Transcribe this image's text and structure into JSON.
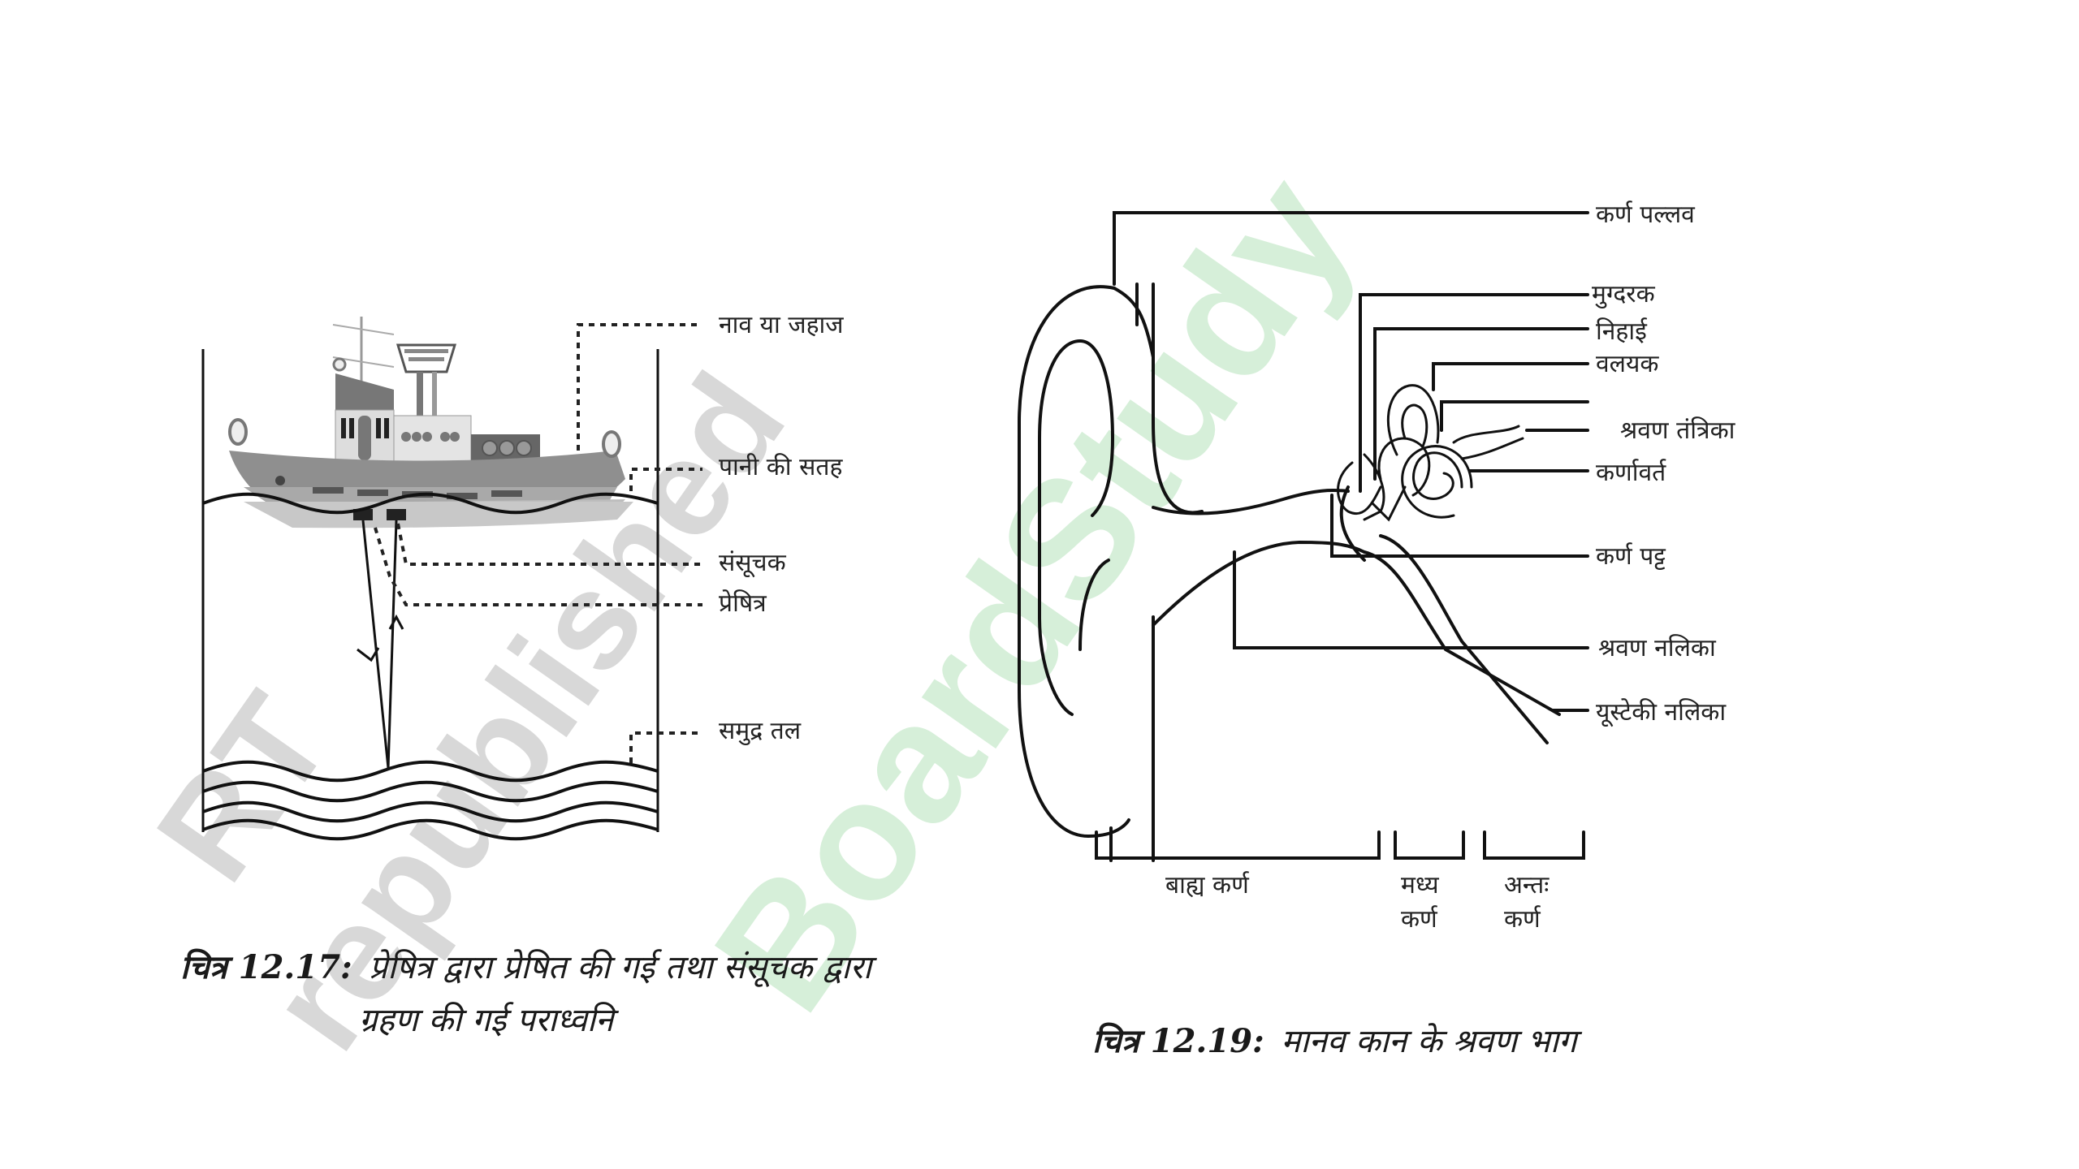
{
  "watermarks": {
    "left": [
      "RT",
      "republished"
    ],
    "center": "BoardStudy",
    "colors": {
      "grey": "#d8d8d8",
      "green": "#d6efd9"
    }
  },
  "figure_left": {
    "labels": {
      "ship": "नाव या जहाज",
      "water_surface": "पानी की सतह",
      "detector": "संसूचक",
      "transmitter": "प्रेषित्र",
      "sea_bed": "समुद्र तल"
    },
    "caption": {
      "number": "चित्र 12.17:",
      "line1": "प्रेषित्र द्वारा प्रेषित की गई तथा संसूचक द्वारा",
      "line2": "ग्रहण की गई पराध्वनि"
    }
  },
  "figure_right": {
    "labels": {
      "pinna": "कर्ण पल्लव",
      "hammer": "मुग्दरक",
      "anvil": "निहाई",
      "stirrup": "वलयक",
      "auditory_nerve": "श्रवण तंत्रिका",
      "cochlea": "कर्णावर्त",
      "eardrum": "कर्ण पट्ट",
      "ear_canal": "श्रवण नलिका",
      "eustachian_tube": "यूस्टेकी नलिका"
    },
    "sections": {
      "outer": "बाह्य कर्ण",
      "middle_1": "मध्य",
      "middle_2": "कर्ण",
      "inner_1": "अन्तः",
      "inner_2": "कर्ण"
    },
    "caption": {
      "number": "चित्र 12.19:",
      "text": "मानव कान के श्रवण भाग"
    }
  }
}
